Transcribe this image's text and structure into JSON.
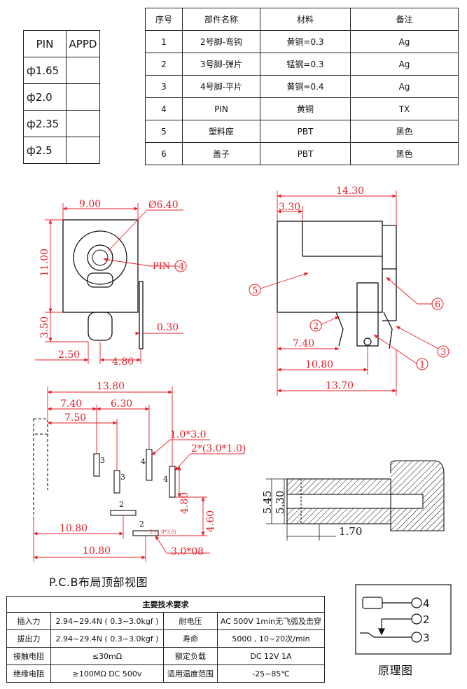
{
  "pin_table": {
    "headers": [
      "PIN",
      "APPD"
    ],
    "rows": [
      "ф1.65",
      "ф2.0",
      "ф2.35",
      "ф2.5"
    ]
  },
  "parts_table": {
    "headers": [
      "序号",
      "部件名称",
      "材料",
      "备注"
    ],
    "rows": [
      [
        "1",
        "2号脚-弯钩",
        "黄铜=0.3",
        "Ag"
      ],
      [
        "2",
        "3号脚-弹片",
        "锰钢=0.3",
        "Ag"
      ],
      [
        "3",
        "4号脚-平片",
        "黄铜=0.4",
        "Ag"
      ],
      [
        "4",
        "PIN",
        "黄铜",
        "TX"
      ],
      [
        "5",
        "塑料座",
        "PBT",
        "黑色"
      ],
      [
        "6",
        "盖子",
        "PBT",
        "黑色"
      ]
    ]
  },
  "front_view": {
    "dim_width": "9.00",
    "dim_hole": "Ø6.40",
    "pin_label": "PIN",
    "pin_callout": "4",
    "dim_height": "11.00",
    "dim_bottom": "3.50",
    "dim_pin_thick": "0.30",
    "dim_left": "2.50",
    "dim_spacing": "4.80"
  },
  "side_view": {
    "dim_total": "14.30",
    "dim_front": "3.30",
    "dim_pin1": "7.40",
    "dim_pin2": "10.80",
    "dim_pin3": "13.70",
    "callouts": [
      "5",
      "6",
      "2",
      "3",
      "1"
    ]
  },
  "pcb": {
    "dim_total": "13.80",
    "dim_a": "7.40",
    "dim_b": "6.30",
    "dim_c": "7.50",
    "slot_note": "1.0*3.0",
    "slot_note2": "2*(3.0*1.0)",
    "dim_v1": "4.80",
    "dim_v2": "4.60",
    "dim_h1": "10.80",
    "dim_h2": "10.80",
    "slot_note3": "3.0*08",
    "small_note": "2 (1.0*3.0)",
    "labels": [
      "3",
      "4",
      "3",
      "4",
      "2",
      "2"
    ],
    "caption": "P.C.B布局顶部视图"
  },
  "section": {
    "dim_a": "5.45",
    "dim_b": "5.30",
    "dim_c": "1.70"
  },
  "spec_table": {
    "title": "主要技术要求",
    "rows": [
      [
        "插入力",
        "2.94~29.4N ( 0.3~3.0kgf )",
        "耐电压",
        "AC 500V 1min无飞弧及击穿"
      ],
      [
        "拔出力",
        "2.94~29.4N ( 0.3~3.0kgf )",
        "寿命",
        "5000 , 10~20次/min"
      ],
      [
        "接触电阻",
        "≤30mΩ",
        "额定负载",
        "DC 12V 1A"
      ],
      [
        "绝缘电阻",
        "≥100MΩ DC 500v",
        "适用温度范围",
        "-25~85℃"
      ]
    ]
  },
  "schematic": {
    "pins": [
      "4",
      "2",
      "3"
    ],
    "caption": "原理图"
  },
  "colors": {
    "dimension": "#e8202a",
    "outline": "#111111"
  }
}
